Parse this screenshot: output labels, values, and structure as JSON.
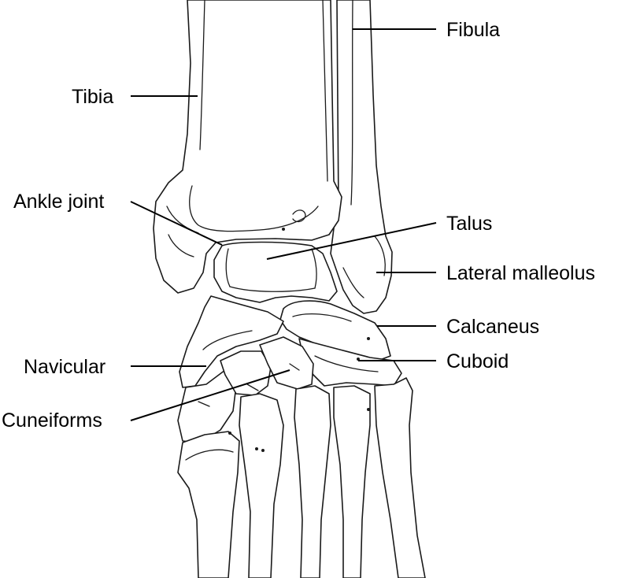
{
  "diagram": {
    "labels": {
      "fibula": "Fibula",
      "tibia": "Tibia",
      "ankle_joint": "Ankle joint",
      "talus": "Talus",
      "lateral_malleolus": "Lateral malleolus",
      "calcaneus": "Calcaneus",
      "navicular": "Navicular",
      "cuboid": "Cuboid",
      "cuneiforms": "Cuneiforms"
    },
    "colors": {
      "line": "#1a1a1a",
      "background": "#ffffff"
    }
  }
}
